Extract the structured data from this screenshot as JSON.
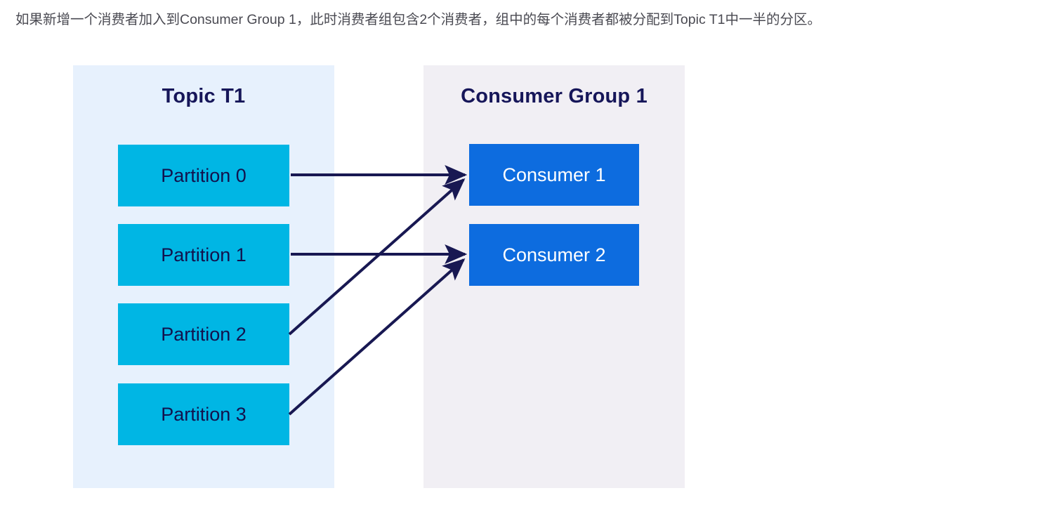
{
  "caption": {
    "text": "如果新增一个消费者加入到Consumer Group 1，此时消费者组包含2个消费者，组中的每个消费者都被分配到Topic T1中一半的分区。"
  },
  "diagram": {
    "panels": {
      "topic": {
        "title": "Topic T1",
        "background_color": "#e7f1fd",
        "partitions": [
          {
            "label": "Partition 0"
          },
          {
            "label": "Partition 1"
          },
          {
            "label": "Partition 2"
          },
          {
            "label": "Partition 3"
          }
        ]
      },
      "group": {
        "title": "Consumer Group 1",
        "background_color": "#f1eff4",
        "consumers": [
          {
            "label": "Consumer 1"
          },
          {
            "label": "Consumer 2"
          }
        ]
      }
    },
    "colors": {
      "partition_fill": "#00b6e4",
      "partition_text": "#12124d",
      "consumer_fill": "#0d6cdf",
      "consumer_text": "#ffffff",
      "arrow": "#181852",
      "title_text": "#161659",
      "caption_text": "#4a4a52"
    },
    "connections": [
      {
        "from": "Partition 0",
        "to": "Consumer 1"
      },
      {
        "from": "Partition 1",
        "to": "Consumer 2"
      },
      {
        "from": "Partition 2",
        "to": "Consumer 1"
      },
      {
        "from": "Partition 3",
        "to": "Consumer 2"
      }
    ]
  }
}
